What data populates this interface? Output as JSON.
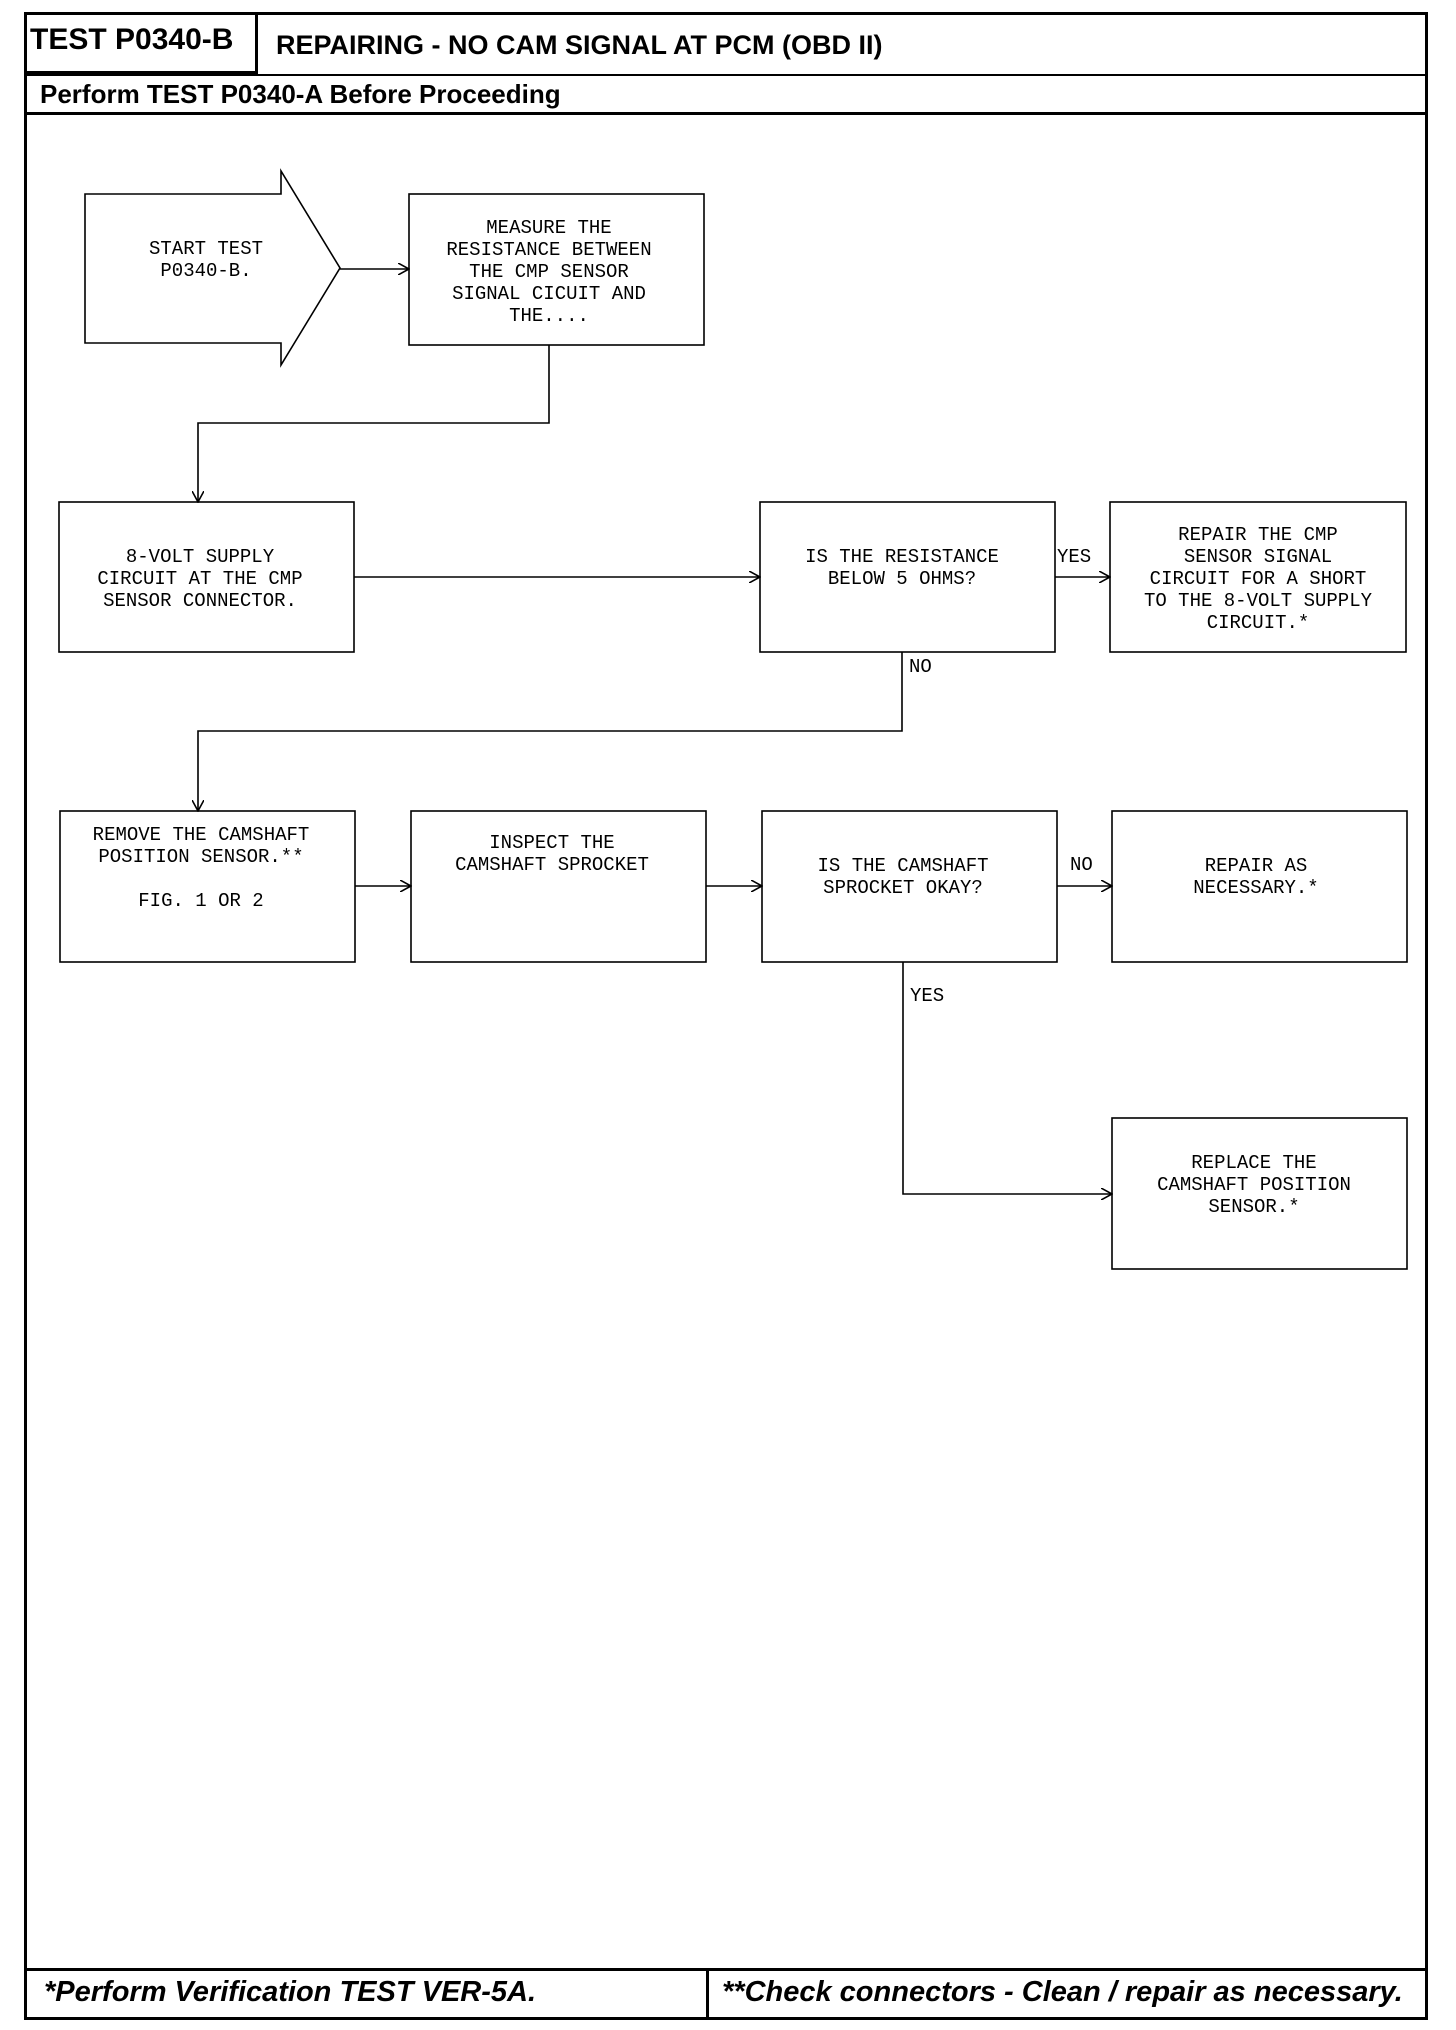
{
  "header": {
    "test_id": "TEST P0340-B",
    "title": "REPAIRING - NO CAM SIGNAL AT PCM (OBD II)",
    "subtitle": "Perform TEST P0340-A Before Proceeding"
  },
  "flowchart": {
    "start": [
      "START TEST",
      "P0340-B."
    ],
    "measure": [
      "MEASURE THE",
      "RESISTANCE BETWEEN",
      "THE CMP SENSOR",
      "SIGNAL CICUIT AND",
      "THE...."
    ],
    "supply": [
      "8-VOLT SUPPLY",
      "CIRCUIT AT THE CMP",
      "SENSOR CONNECTOR."
    ],
    "resistance_question": [
      "IS THE RESISTANCE",
      "BELOW 5 OHMS?"
    ],
    "repair_short": [
      "REPAIR THE CMP",
      "SENSOR SIGNAL",
      "CIRCUIT FOR A SHORT",
      "TO THE 8-VOLT SUPPLY",
      "CIRCUIT.*"
    ],
    "remove_sensor": [
      "REMOVE THE CAMSHAFT",
      "POSITION SENSOR.**",
      "",
      "FIG. 1 OR 2"
    ],
    "inspect_sprocket": [
      "INSPECT THE",
      "CAMSHAFT SPROCKET"
    ],
    "sprocket_question": [
      "IS THE CAMSHAFT",
      "SPROCKET OKAY?"
    ],
    "repair_necessary": [
      "REPAIR AS",
      "NECESSARY.*"
    ],
    "replace_sensor": [
      "REPLACE THE",
      "CAMSHAFT POSITION",
      "SENSOR.*"
    ],
    "labels": {
      "yes_resistance": "YES",
      "no_resistance": "NO",
      "no_sprocket": "NO",
      "yes_sprocket": "YES"
    }
  },
  "footer": {
    "left_note": "*Perform Verification TEST VER-5A.",
    "right_note": "**Check connectors - Clean / repair as necessary."
  }
}
